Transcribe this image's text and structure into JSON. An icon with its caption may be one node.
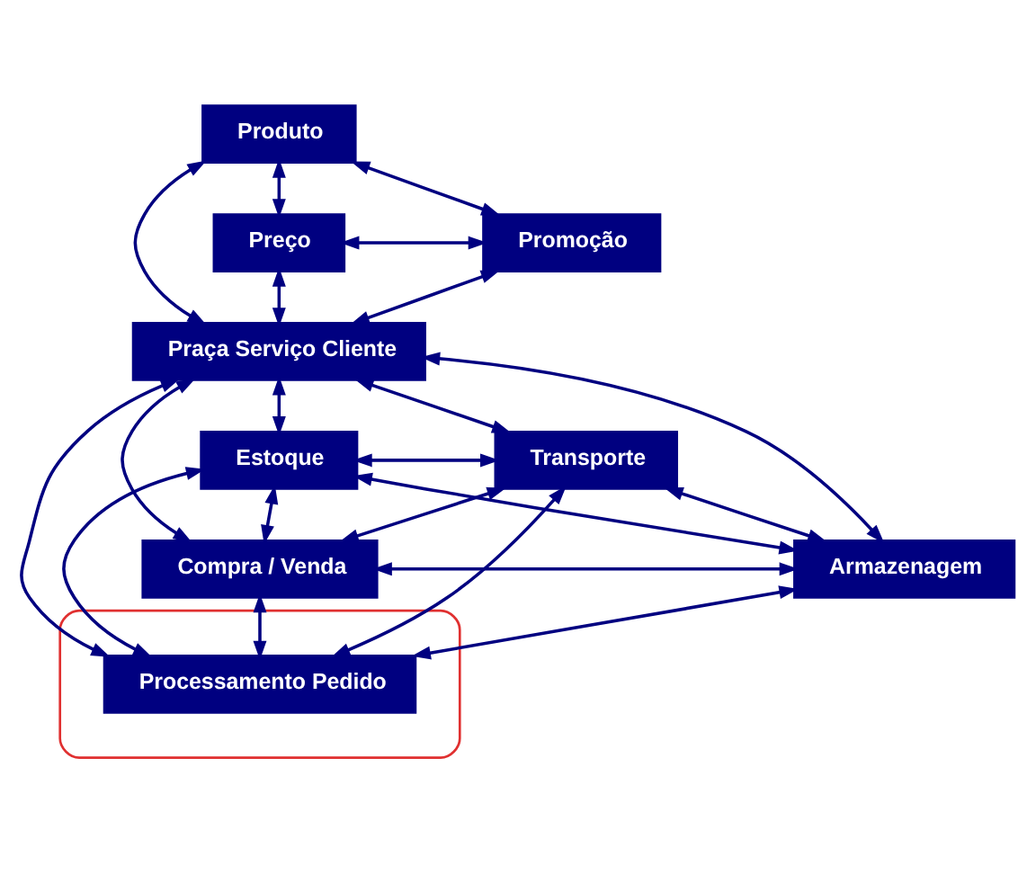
{
  "diagram": {
    "nodes": [
      {
        "text": [
          "Produto"
        ]
      },
      {
        "text": [
          "Preço"
        ]
      },
      {
        "text": [
          "Promoção"
        ]
      },
      {
        "text": [
          "Praça Serviço Cliente"
        ]
      },
      {
        "text": [
          "Estoque"
        ]
      },
      {
        "text": [
          "Transporte"
        ]
      },
      {
        "text": [
          "Compra / Venda"
        ]
      },
      {
        "text": [
          "Armazenagem"
        ]
      },
      {
        "text": [],
        "shape": "ellipse"
      },
      {
        "text": [
          "Processamento Pedido"
        ],
        "in": 8
      }
    ],
    "edges": [
      {
        "from": 0,
        "to": 1,
        "arrow": "both"
      },
      {
        "from": 0,
        "to": 2,
        "arrow": "both"
      },
      {
        "from": 0,
        "to": 3,
        "arrow": "both"
      },
      {
        "from": 1,
        "to": 2,
        "arrow": "both"
      },
      {
        "from": 1,
        "to": 3,
        "arrow": "both"
      },
      {
        "from": 2,
        "to": 3,
        "arrow": "both"
      },
      {
        "from": 3,
        "to": 4,
        "arrow": "both"
      },
      {
        "from": 3,
        "to": 5,
        "arrow": "both"
      },
      {
        "from": 4,
        "to": 5,
        "arrow": "both"
      },
      {
        "from": 4,
        "to": 6,
        "arrow": "both"
      },
      {
        "from": 5,
        "to": 7,
        "arrow": "both"
      },
      {
        "from": 3,
        "to": 6,
        "arrow": "both"
      },
      {
        "from": 3,
        "to": 9,
        "arrow": "both"
      },
      {
        "from": 3,
        "to": 7,
        "arrow": "both"
      },
      {
        "from": 4,
        "to": 9,
        "arrow": "both"
      },
      {
        "from": 4,
        "to": 7,
        "arrow": "both"
      },
      {
        "from": 5,
        "to": 6,
        "arrow": "both"
      },
      {
        "from": 5,
        "to": 9,
        "arrow": "both"
      },
      {
        "from": 6,
        "to": 7,
        "arrow": "both"
      },
      {
        "from": 6,
        "to": 9,
        "arrow": "both"
      },
      {
        "from": 7,
        "to": 9,
        "arrow": "both"
      }
    ]
  }
}
